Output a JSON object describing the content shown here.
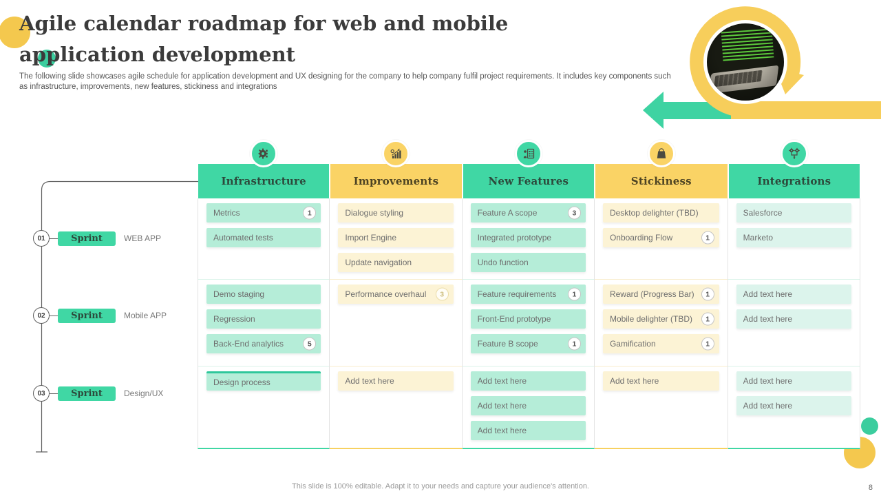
{
  "slide": {
    "title": "Agile calendar roadmap for web and mobile application development",
    "subtitle": "The following slide showcases agile schedule for application development and UX designing for the company to help company fulfil project requirements. It includes key components such as infrastructure, improvements, new features, stickiness and integrations",
    "footer": "This slide is 100% editable. Adapt it to your needs and capture your audience's attention.",
    "page_number": "8"
  },
  "colors": {
    "teal": "#40D7A4",
    "yellow": "#FAD365",
    "mint_cell": "#B5EDD8",
    "mint_light_cell": "#DCF4EC",
    "cream_cell": "#FCF3D5",
    "title_text": "#3B3B3B",
    "cell_text": "#6E6E6E"
  },
  "timeline": {
    "sprints": [
      {
        "number": "01",
        "label": "Sprint",
        "tag": "WEB APP"
      },
      {
        "number": "02",
        "label": "Sprint",
        "tag": "Mobile APP"
      },
      {
        "number": "03",
        "label": "Sprint",
        "tag": "Design/UX"
      }
    ]
  },
  "table": {
    "columns": [
      {
        "header": "Infrastructure",
        "icon": "gear-icon",
        "color": "teal",
        "rows": [
          [
            {
              "text": "Metrics",
              "badge": "1"
            },
            {
              "text": "Automated tests"
            }
          ],
          [
            {
              "text": "Demo staging"
            },
            {
              "text": "Regression"
            },
            {
              "text": "Back-End analytics",
              "badge": "5"
            }
          ],
          [
            {
              "text": "Design process",
              "accent_top": true
            }
          ]
        ]
      },
      {
        "header": "Improvements",
        "icon": "growth-chart-icon",
        "color": "yellow",
        "rows": [
          [
            {
              "text": "Dialogue styling"
            },
            {
              "text": "Import Engine"
            },
            {
              "text": "Update navigation"
            }
          ],
          [
            {
              "text": "Performance overhaul",
              "badge": "3",
              "badge_muted": true
            }
          ],
          [
            {
              "text": "Add text here"
            }
          ]
        ]
      },
      {
        "header": "New Features",
        "icon": "checklist-icon",
        "color": "teal",
        "rows": [
          [
            {
              "text": "Feature A scope",
              "badge": "3"
            },
            {
              "text": "Integrated prototype"
            },
            {
              "text": "Undo function"
            }
          ],
          [
            {
              "text": "Feature requirements",
              "badge": "1"
            },
            {
              "text": "Front-End prototype"
            },
            {
              "text": "Feature B scope",
              "badge": "1"
            }
          ],
          [
            {
              "text": "Add text here"
            },
            {
              "text": "Add text here"
            },
            {
              "text": "Add text here"
            }
          ]
        ]
      },
      {
        "header": "Stickiness",
        "icon": "shopping-bag-icon",
        "color": "yellow",
        "rows": [
          [
            {
              "text": "Desktop delighter (TBD)"
            },
            {
              "text": "Onboarding Flow",
              "badge": "1"
            }
          ],
          [
            {
              "text": "Reward (Progress Bar)",
              "badge": "1"
            },
            {
              "text": "Mobile delighter (TBD)",
              "badge": "1"
            },
            {
              "text": "Gamification",
              "badge": "1"
            }
          ],
          [
            {
              "text": "Add text here"
            }
          ]
        ]
      },
      {
        "header": "Integrations",
        "icon": "network-gears-icon",
        "color": "teal",
        "light_cells": true,
        "rows": [
          [
            {
              "text": "Salesforce"
            },
            {
              "text": "Marketo"
            }
          ],
          [
            {
              "text": "Add text here"
            },
            {
              "text": "Add text here"
            }
          ],
          [
            {
              "text": "Add text here"
            },
            {
              "text": "Add text here"
            }
          ]
        ]
      }
    ]
  }
}
